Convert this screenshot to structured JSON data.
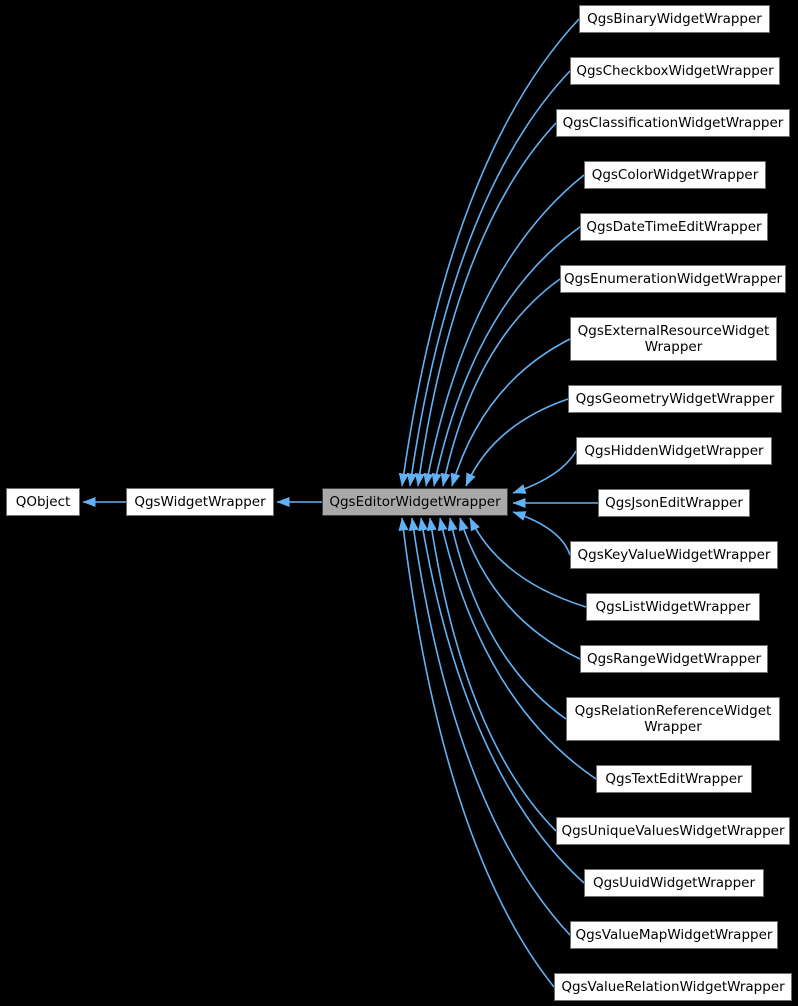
{
  "diagram": {
    "kind": "class-inheritance-graph",
    "focus_class": "QgsEditorWidgetWrapper",
    "colors": {
      "background": "#000000",
      "edge": "#63b1f5",
      "node_fill": "#ffffff",
      "node_border": "#6e6e6e",
      "focus_fill": "#a9a9a9",
      "focus_border": "#3f3f3f",
      "text": "#000000"
    },
    "base_chain": [
      {
        "label": "QObject"
      },
      {
        "label": "QgsWidgetWrapper"
      },
      {
        "label": "QgsEditorWidgetWrapper"
      }
    ],
    "derived": [
      {
        "label": "QgsBinaryWidgetWrapper"
      },
      {
        "label": "QgsCheckboxWidgetWrapper"
      },
      {
        "label": "QgsClassificationWidgetWrapper"
      },
      {
        "label": "QgsColorWidgetWrapper"
      },
      {
        "label": "QgsDateTimeEditWrapper"
      },
      {
        "label": "QgsEnumerationWidgetWrapper"
      },
      {
        "label": "QgsExternalResourceWidget\nWrapper"
      },
      {
        "label": "QgsGeometryWidgetWrapper"
      },
      {
        "label": "QgsHiddenWidgetWrapper"
      },
      {
        "label": "QgsJsonEditWrapper"
      },
      {
        "label": "QgsKeyValueWidgetWrapper"
      },
      {
        "label": "QgsListWidgetWrapper"
      },
      {
        "label": "QgsRangeWidgetWrapper"
      },
      {
        "label": "QgsRelationReferenceWidget\nWrapper"
      },
      {
        "label": "QgsTextEditWrapper"
      },
      {
        "label": "QgsUniqueValuesWidgetWrapper"
      },
      {
        "label": "QgsUuidWidgetWrapper"
      },
      {
        "label": "QgsValueMapWidgetWrapper"
      },
      {
        "label": "QgsValueRelationWidgetWrapper"
      }
    ]
  }
}
